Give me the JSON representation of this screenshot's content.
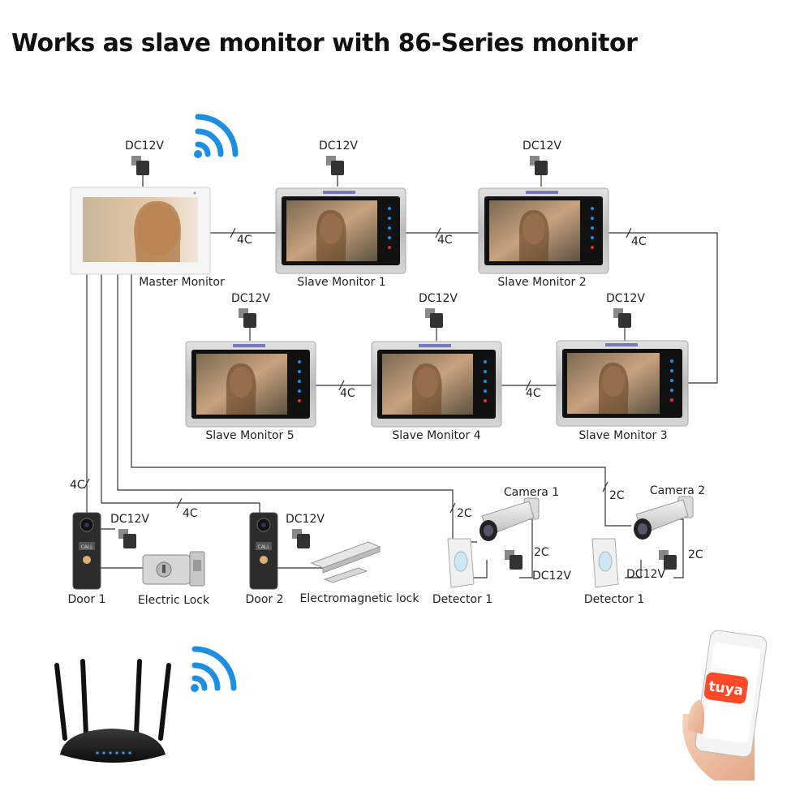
{
  "title": "Works as slave monitor with 86-Series monitor",
  "power": {
    "dc12v": "DC12V"
  },
  "wires": {
    "four_core": "4C",
    "two_core": "2C"
  },
  "monitors": {
    "master": "Master Monitor",
    "slave1": "Slave Monitor 1",
    "slave2": "Slave Monitor 2",
    "slave3": "Slave Monitor 3",
    "slave4": "Slave Monitor 4",
    "slave5": "Slave Monitor 5"
  },
  "devices": {
    "door1": "Door 1",
    "door2": "Door 2",
    "electric_lock": "Electric Lock",
    "em_lock": "Electromagnetic lock",
    "camera1": "Camera 1",
    "camera2": "Camera 2",
    "detector1": "Detector 1",
    "detector2": "Detector 1",
    "doorbell_call": "CALL"
  },
  "app": {
    "logo": "tuya"
  },
  "colors": {
    "wifi": "#1e8fe0",
    "tuya": "#ff4a2a",
    "bezel": "#c7c7c7",
    "wire": "#333333"
  }
}
